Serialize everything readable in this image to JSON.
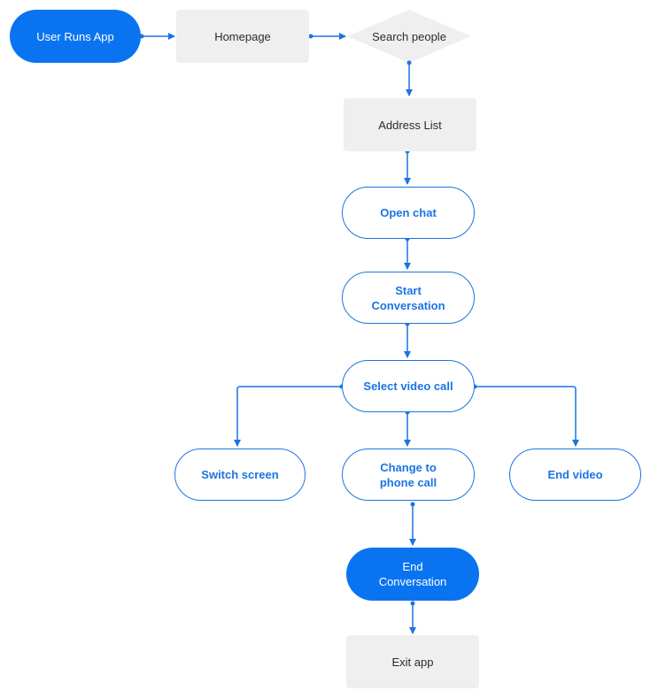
{
  "colors": {
    "accent": "#1b74e4",
    "terminal": "#0a74f0",
    "process": "#efefef",
    "text": "#2b2b2b"
  },
  "nodes": {
    "user_runs_app": "User Runs App",
    "homepage": "Homepage",
    "search_people": "Search people",
    "address_list": "Address List",
    "open_chat": "Open chat",
    "start_conversation": "Start Conversation",
    "select_video_call": "Select video call",
    "switch_screen": "Switch screen",
    "change_to_phone_call": "Change to phone call",
    "end_video": "End video",
    "end_conversation": "End Conversation",
    "exit_app": "Exit app"
  }
}
